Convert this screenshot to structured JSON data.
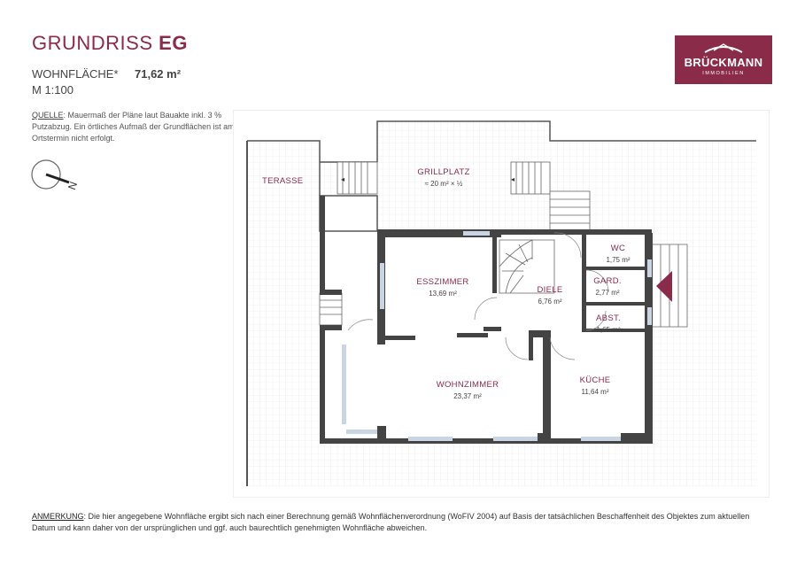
{
  "header": {
    "title_light": "GRUNDRISS",
    "title_bold": "EG",
    "area_label": "WOHNFLÄCHE*",
    "area_value": "71,62 m²",
    "scale": "M 1:100"
  },
  "source": {
    "label": "QUELLE",
    "text": ": Mauermaß der Pläne laut Bauakte inkl. 3 % Putzabzug. Ein örtliches Aufmaß der Grundflächen ist am Ortstermin nicht erfolgt."
  },
  "compass": {
    "letter": "N"
  },
  "logo": {
    "name": "BRÜCKMANN",
    "subtitle": "IMMOBILIEN",
    "color": "#8b2b4a"
  },
  "rooms": [
    {
      "name": "TERASSE",
      "area": ""
    },
    {
      "name": "GRILLPLATZ",
      "area": "≈ 20 m² × ½"
    },
    {
      "name": "ESSZIMMER",
      "area": "13,69 m²"
    },
    {
      "name": "DIELE",
      "area": "6,76 m²"
    },
    {
      "name": "WC",
      "area": "1,75 m²"
    },
    {
      "name": "GARD.",
      "area": "2,77 m²"
    },
    {
      "name": "ABST.",
      "area": "1,65 m²"
    },
    {
      "name": "WOHNZIMMER",
      "area": "23,37 m²"
    },
    {
      "name": "KÜCHE",
      "area": "11,64 m²"
    }
  ],
  "note": {
    "label": "ANMERKUNG",
    "text": ": Die hier angegebene Wohnfläche ergibt sich nach einer Berechnung gemäß Wohnflächenverordnung (WoFIV 2004) auf Basis der tatsächlichen Beschaffenheit des Objektes zum aktuellen Datum und kann daher von der ursprünglichen und ggf. auch baurechtlich genehmigten Wohnfläche abweichen."
  },
  "colors": {
    "accent": "#8b2b4a",
    "wall": "#444444",
    "grid": "#e4e4e4",
    "window": "#c9d5e2"
  }
}
